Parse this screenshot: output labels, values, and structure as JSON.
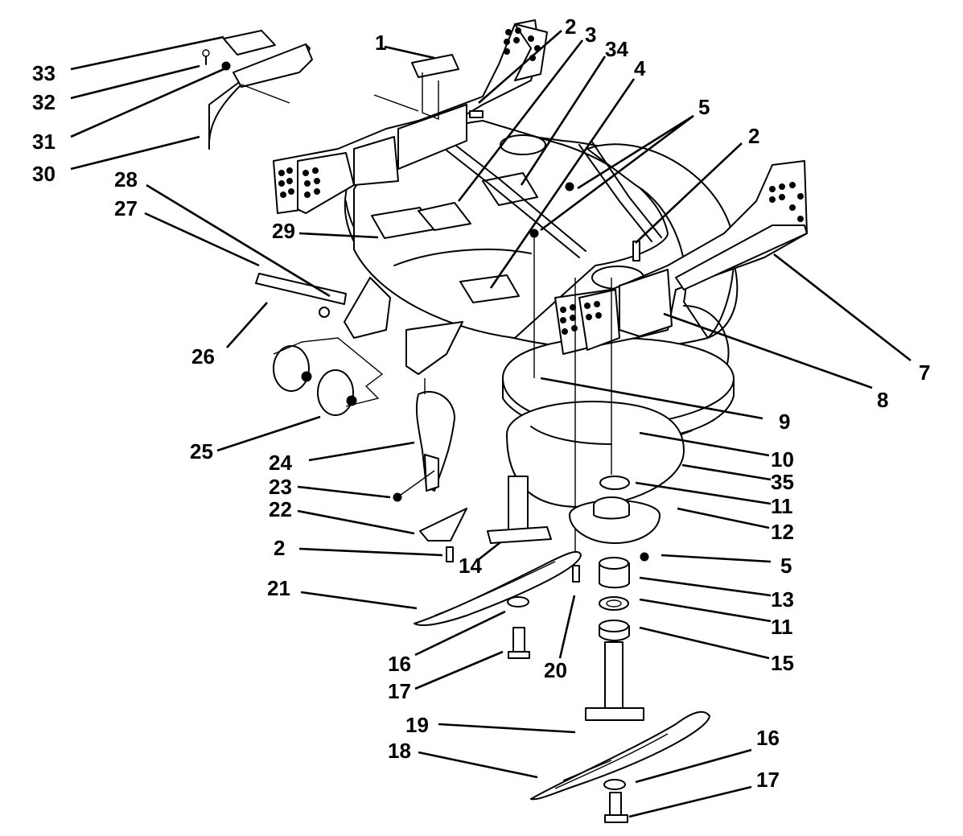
{
  "callouts": [
    {
      "id": "c1",
      "label": "1"
    },
    {
      "id": "c2a",
      "label": "2"
    },
    {
      "id": "c3",
      "label": "3"
    },
    {
      "id": "c34",
      "label": "34"
    },
    {
      "id": "c4",
      "label": "4"
    },
    {
      "id": "c5a",
      "label": "5"
    },
    {
      "id": "c2b",
      "label": "2"
    },
    {
      "id": "c33",
      "label": "33"
    },
    {
      "id": "c32",
      "label": "32"
    },
    {
      "id": "c31",
      "label": "31"
    },
    {
      "id": "c30",
      "label": "30"
    },
    {
      "id": "c28",
      "label": "28"
    },
    {
      "id": "c27",
      "label": "27"
    },
    {
      "id": "c29",
      "label": "29"
    },
    {
      "id": "c26",
      "label": "26"
    },
    {
      "id": "c7",
      "label": "7"
    },
    {
      "id": "c8",
      "label": "8"
    },
    {
      "id": "c9",
      "label": "9"
    },
    {
      "id": "c25",
      "label": "25"
    },
    {
      "id": "c10",
      "label": "10"
    },
    {
      "id": "c24",
      "label": "24"
    },
    {
      "id": "c35",
      "label": "35"
    },
    {
      "id": "c23",
      "label": "23"
    },
    {
      "id": "c11a",
      "label": "11"
    },
    {
      "id": "c22",
      "label": "22"
    },
    {
      "id": "c12",
      "label": "12"
    },
    {
      "id": "c2c",
      "label": "2"
    },
    {
      "id": "c5b",
      "label": "5"
    },
    {
      "id": "c14",
      "label": "14"
    },
    {
      "id": "c21",
      "label": "21"
    },
    {
      "id": "c13",
      "label": "13"
    },
    {
      "id": "c11b",
      "label": "11"
    },
    {
      "id": "c16a",
      "label": "16"
    },
    {
      "id": "c15",
      "label": "15"
    },
    {
      "id": "c20",
      "label": "20"
    },
    {
      "id": "c17a",
      "label": "17"
    },
    {
      "id": "c19",
      "label": "19"
    },
    {
      "id": "c16b",
      "label": "16"
    },
    {
      "id": "c18",
      "label": "18"
    },
    {
      "id": "c17b",
      "label": "17"
    }
  ]
}
